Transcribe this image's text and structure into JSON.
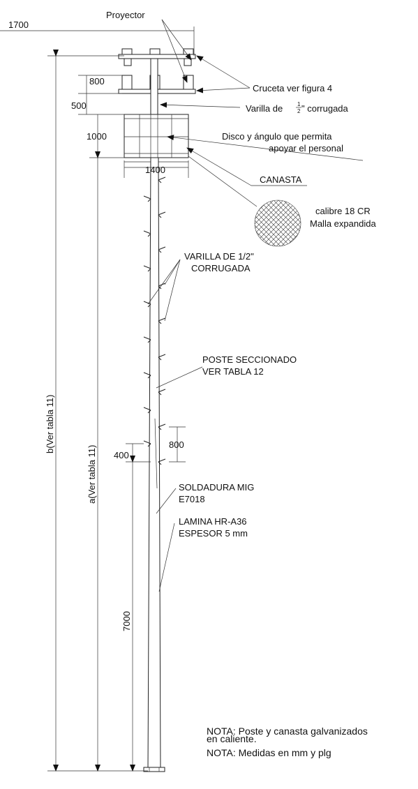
{
  "labels": {
    "proyector": "Proyector",
    "cruceta": "Cruceta ver figura 4",
    "varilla_prefix": "Varilla de",
    "varilla_frac_num": "1",
    "varilla_frac_den": "2",
    "varilla_suffix": "\" corrugada",
    "disco_line1": "Disco y ángulo que permita",
    "disco_line2": "apoyar el personal",
    "canasta": "CANASTA",
    "malla_line1": "calibre 18 CR",
    "malla_line2": "Malla expandida",
    "varilla2_line1": "VARILLA DE 1/2\"",
    "varilla2_line2": "CORRUGADA",
    "poste_line1": "POSTE SECCIONADO",
    "poste_line2": "VER TABLA 12",
    "soldadura_line1": "SOLDADURA MIG",
    "soldadura_line2": "E7018",
    "lamina_line1": "LAMINA HR-A36",
    "lamina_line2": "ESPESOR 5 mm",
    "nota1_line1": "NOTA: Poste y canasta galvanizados",
    "nota1_line2": "en caliente.",
    "nota2": "NOTA: Medidas en mm y plg"
  },
  "dimensions": {
    "d1700": "1700",
    "d800_top": "800",
    "d500": "500",
    "d1000": "1000",
    "d1400": "1400",
    "d800_step": "800",
    "d400": "400",
    "d7000": "7000",
    "b_total": "b(Ver tabla 11)",
    "a_total": "a(Ver tabla 11)"
  }
}
